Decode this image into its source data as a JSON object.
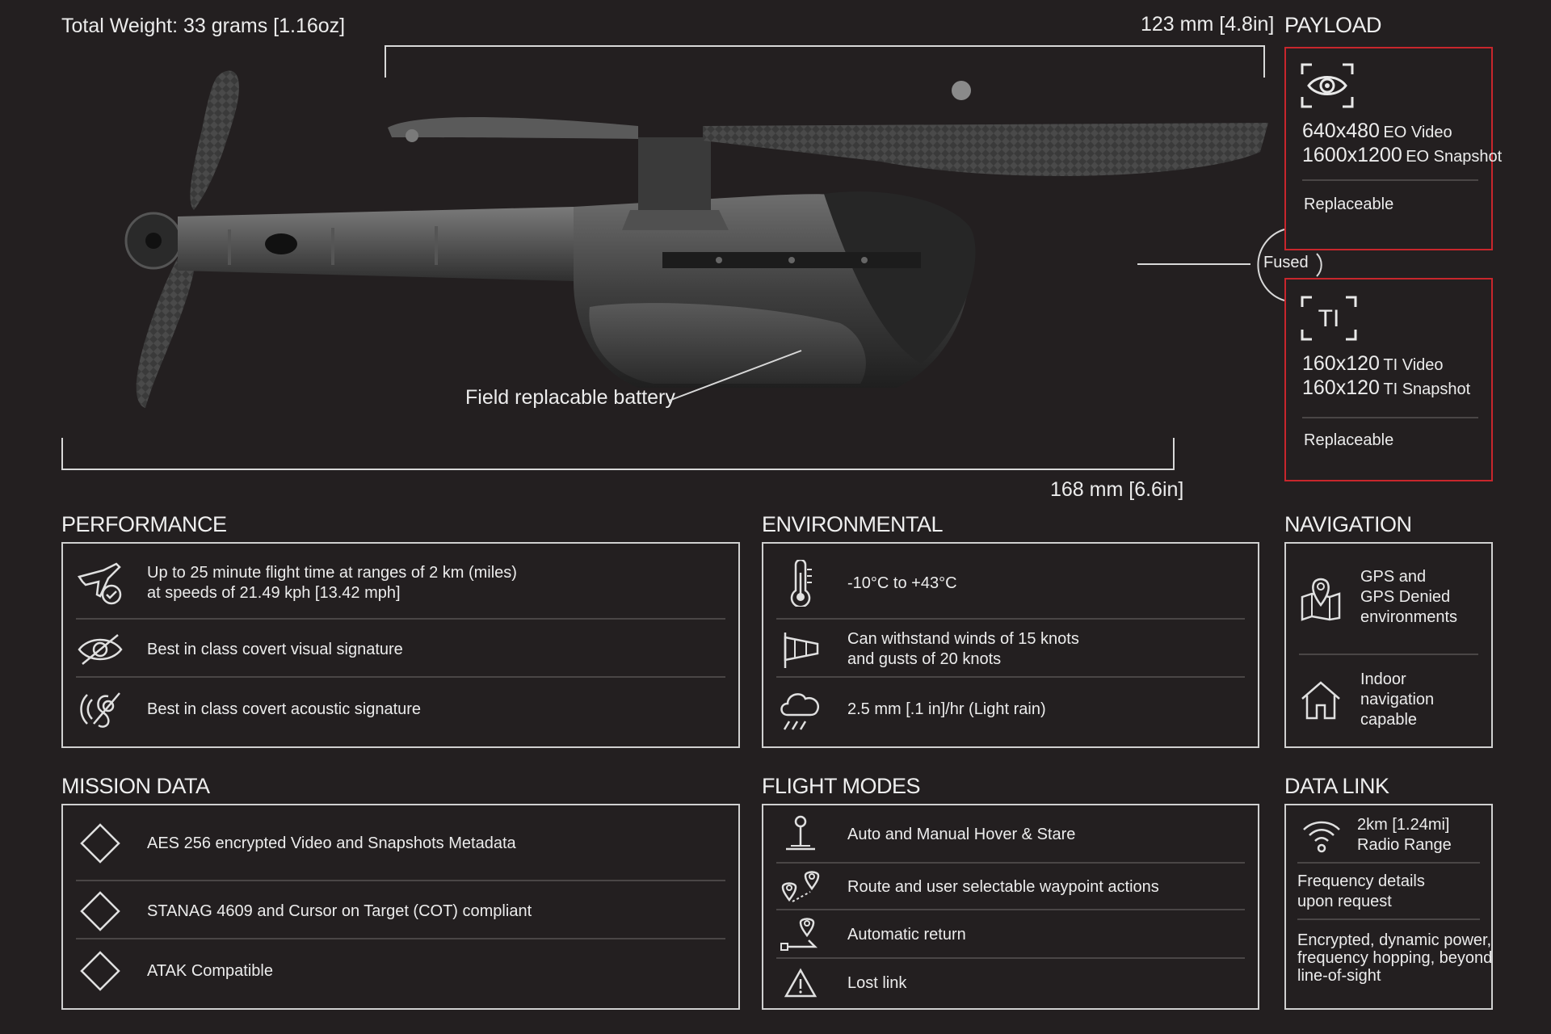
{
  "header": {
    "total_weight": "Total Weight: 33 grams [1.16oz]",
    "dim_top": "123 mm [4.8in]",
    "dim_bottom": "168 mm [6.6in]",
    "battery_callout": "Field replacable battery",
    "fused_label": "Fused"
  },
  "payload": {
    "title": "PAYLOAD",
    "eo": {
      "icon": "eye-camera-icon",
      "video_res": "640x480",
      "video_label": "EO Video",
      "snap_res": "1600x1200",
      "snap_label": "EO Snapshot",
      "note": "Replaceable"
    },
    "ti": {
      "icon": "thermal-ti-icon",
      "icon_text": "TI",
      "video_res": "160x120",
      "video_label": "TI Video",
      "snap_res": "160x120",
      "snap_label": "TI Snapshot",
      "note": "Replaceable"
    },
    "accent_color": "#c8262c"
  },
  "performance": {
    "title": "PERFORMANCE",
    "items": [
      {
        "icon": "flight-time-icon",
        "line1": "Up to 25 minute flight time at ranges of 2 km (miles)",
        "line2": "at speeds of 21.49 kph [13.42 mph]"
      },
      {
        "icon": "eye-slash-icon",
        "line1": "Best in class covert visual signature"
      },
      {
        "icon": "acoustic-icon",
        "line1": "Best in class covert acoustic signature"
      }
    ]
  },
  "environmental": {
    "title": "ENVIRONMENTAL",
    "items": [
      {
        "icon": "thermometer-icon",
        "line1": "-10°C to +43°C"
      },
      {
        "icon": "windsock-icon",
        "line1": "Can withstand winds of 15 knots",
        "line2": "and gusts of 20 knots"
      },
      {
        "icon": "rain-cloud-icon",
        "line1": "2.5 mm [.1 in]/hr (Light rain)"
      }
    ]
  },
  "navigation": {
    "title": "NAVIGATION",
    "items": [
      {
        "icon": "map-pin-icon",
        "line1": "GPS and",
        "line2": "GPS Denied",
        "line3": "environments"
      },
      {
        "icon": "house-icon",
        "line1": "Indoor navigation",
        "line2": "capable"
      }
    ]
  },
  "mission_data": {
    "title": "MISSION DATA",
    "items": [
      {
        "icon": "diamond-icon",
        "line1": "AES 256 encrypted Video and Snapshots Metadata"
      },
      {
        "icon": "diamond-icon",
        "line1": "STANAG 4609 and Cursor on Target (COT) compliant"
      },
      {
        "icon": "diamond-icon",
        "line1": "ATAK Compatible"
      }
    ]
  },
  "flight_modes": {
    "title": "FLIGHT MODES",
    "items": [
      {
        "icon": "hover-joystick-icon",
        "line1": "Auto and Manual Hover & Stare"
      },
      {
        "icon": "waypoint-route-icon",
        "line1": "Route and user selectable waypoint actions"
      },
      {
        "icon": "return-home-icon",
        "line1": "Automatic return"
      },
      {
        "icon": "warning-triangle-icon",
        "line1": "Lost link"
      }
    ]
  },
  "data_link": {
    "title": "DATA LINK",
    "range_line1": "2km [1.24mi]",
    "range_line2": "Radio Range",
    "freq_line1": "Frequency details",
    "freq_line2": "upon request",
    "enc_line1": "Encrypted, dynamic power,",
    "enc_line2": "frequency hopping,  beyond",
    "enc_line3": "line-of-sight"
  }
}
